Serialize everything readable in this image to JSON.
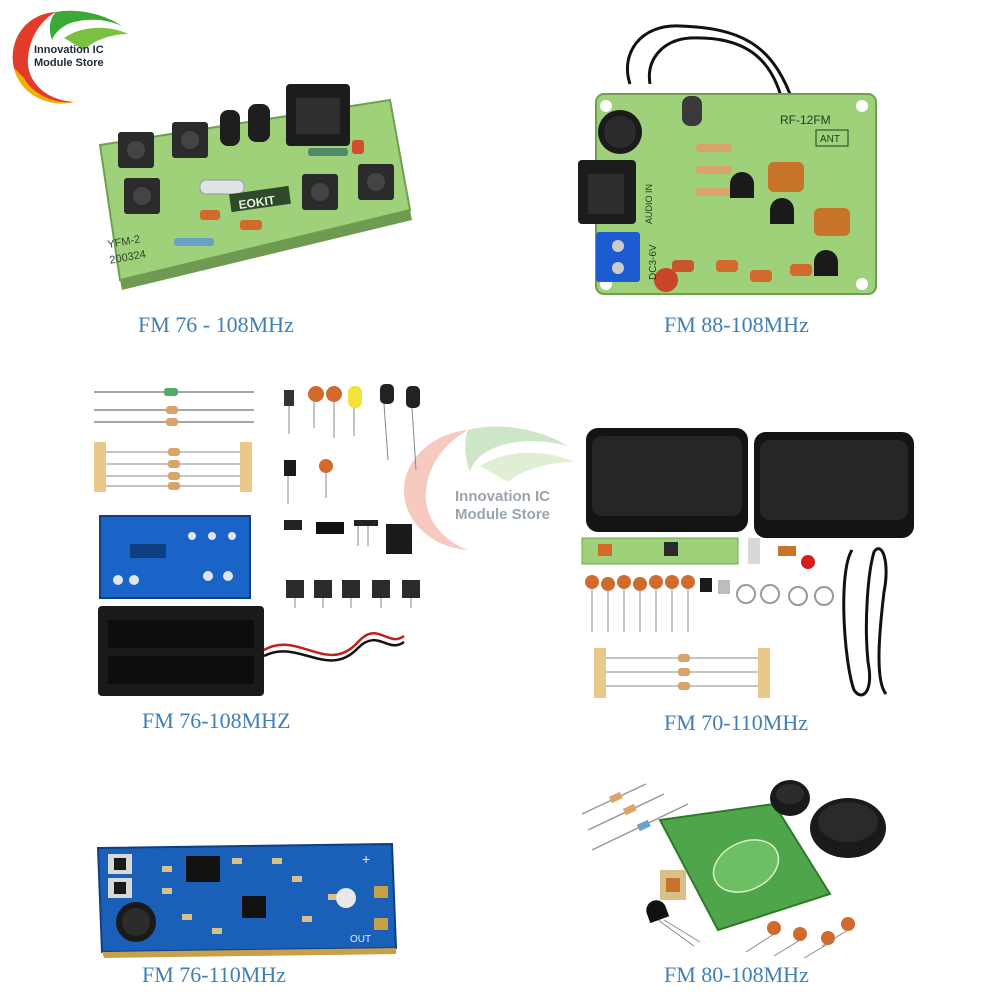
{
  "brand": {
    "line1": "Innovation IC",
    "line2": "Module Store"
  },
  "watermark": {
    "line1": "Innovation IC",
    "line2": "Module Store"
  },
  "products": [
    {
      "caption": "FM 76 - 108MHz",
      "board_label": "YFM-2",
      "board_code": "200324",
      "brand_mark": "EOKIT"
    },
    {
      "caption": "FM 88-108MHz",
      "board_label": "RF-12FM",
      "port_label": "AUDIO IN",
      "ant_label": "ANT",
      "power_label": "DC3-6V"
    },
    {
      "caption": "FM 76-108MHZ"
    },
    {
      "caption": "FM 70-110MHz"
    },
    {
      "caption": "FM 76-110MHz",
      "plus_label": "+",
      "out_label": "OUT"
    },
    {
      "caption": "FM 80-108MHz"
    }
  ],
  "colors": {
    "caption": "#3f7fb5",
    "pcb_green": "#9fd07a",
    "pcb_blue": "#1a63c7"
  }
}
